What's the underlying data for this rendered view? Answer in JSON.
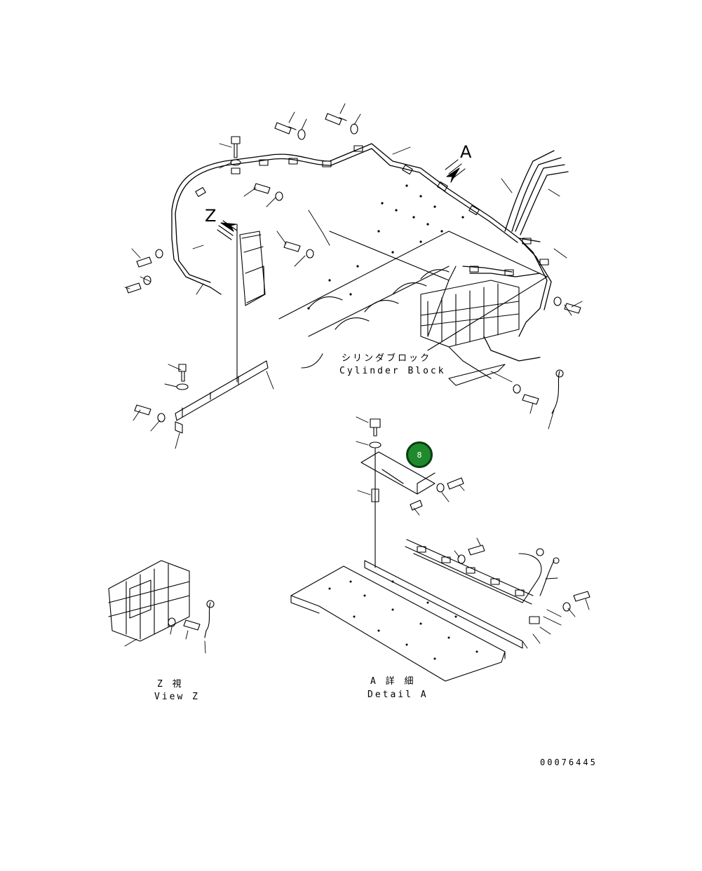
{
  "labels": {
    "cyl_jp": "シリンダブロック",
    "cyl_en": "Cylinder Block",
    "view_a": "A",
    "view_z": "Z",
    "z_jp": "Z 視",
    "z_en": "View Z",
    "a_jp": "A 詳 細",
    "a_en": "Detail A",
    "drawing_no": "00076445"
  },
  "callouts": [
    {
      "id": "8",
      "label": "8"
    }
  ],
  "colors": {
    "line": "#000000",
    "callout_fill": "#1f8a2c",
    "callout_ring": "#0b3d12"
  }
}
